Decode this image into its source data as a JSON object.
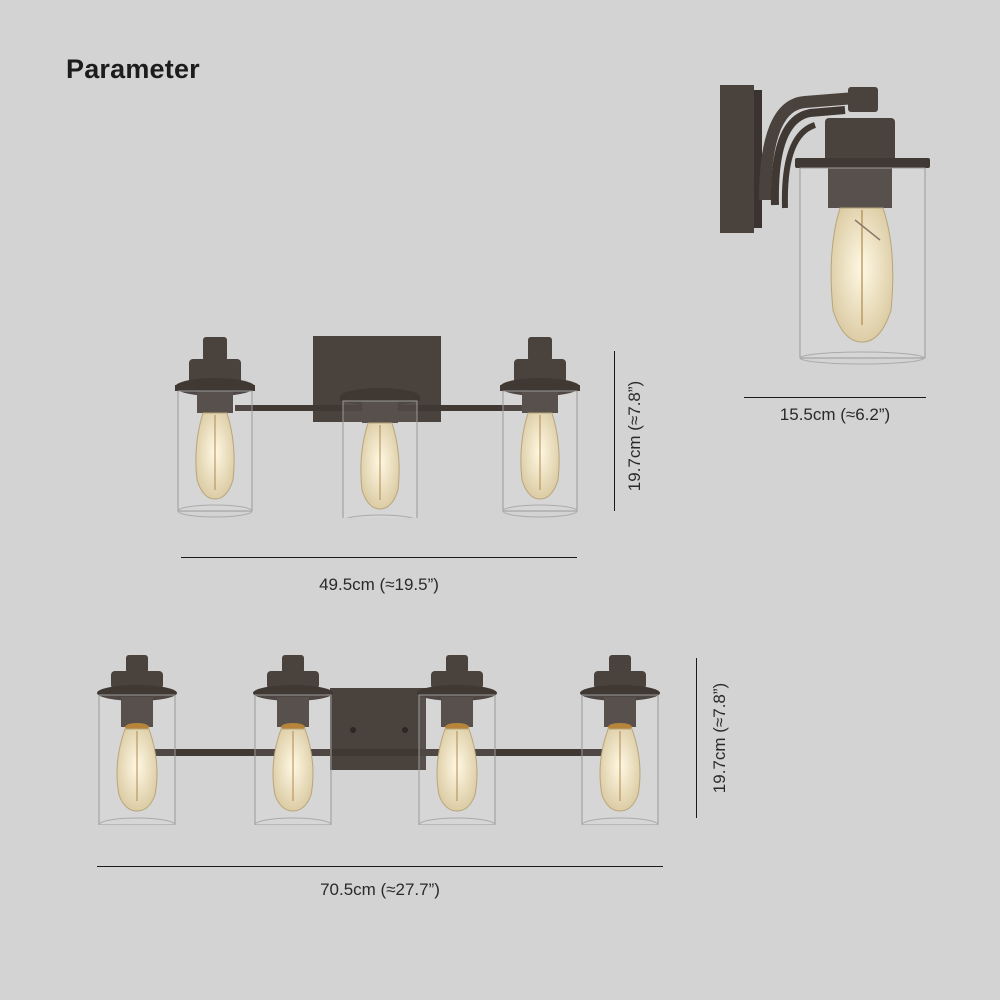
{
  "page": {
    "title": "Parameter",
    "background": "#d3d3d3"
  },
  "products": [
    {
      "name": "single-light-side-view",
      "width_label": "15.5cm (≈6.2”)"
    },
    {
      "name": "three-light-vanity",
      "width_label": "49.5cm (≈19.5”)",
      "height_label": "19.7cm (≈7.8”)"
    },
    {
      "name": "four-light-vanity",
      "width_label": "70.5cm (≈27.7”)",
      "height_label": "19.7cm (≈7.8”)"
    }
  ],
  "colors": {
    "metal": "#4a423d",
    "metal_dark": "#3a332f",
    "glass_edge": "#9a9a9a",
    "bulb": "#efe3c4",
    "filament": "#b08a4a"
  }
}
